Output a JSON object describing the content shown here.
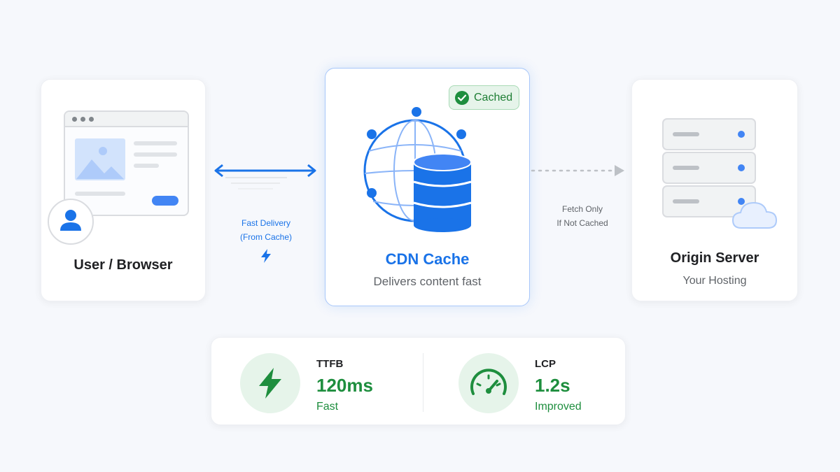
{
  "user": {
    "title": "User / Browser"
  },
  "cdn": {
    "title": "CDN Cache",
    "subtitle": "Delivers content fast",
    "badge": "Cached"
  },
  "origin": {
    "title": "Origin Server",
    "subtitle": "Your Hosting"
  },
  "left_arrow": {
    "line1": "Fast Delivery",
    "line2": "(From Cache)"
  },
  "right_arrow": {
    "line1": "Fetch Only",
    "line2": "If Not Cached"
  },
  "metrics": [
    {
      "name": "TTFB",
      "value": "120ms",
      "status": "Fast",
      "icon": "lightning-icon"
    },
    {
      "name": "LCP",
      "value": "1.2s",
      "status": "Improved",
      "icon": "speedometer-icon"
    }
  ],
  "colors": {
    "accent_blue": "#1a73e8",
    "success_green": "#1e8e3e",
    "card_border_highlight": "#a8c7fa",
    "background": "#f6f8fc"
  }
}
